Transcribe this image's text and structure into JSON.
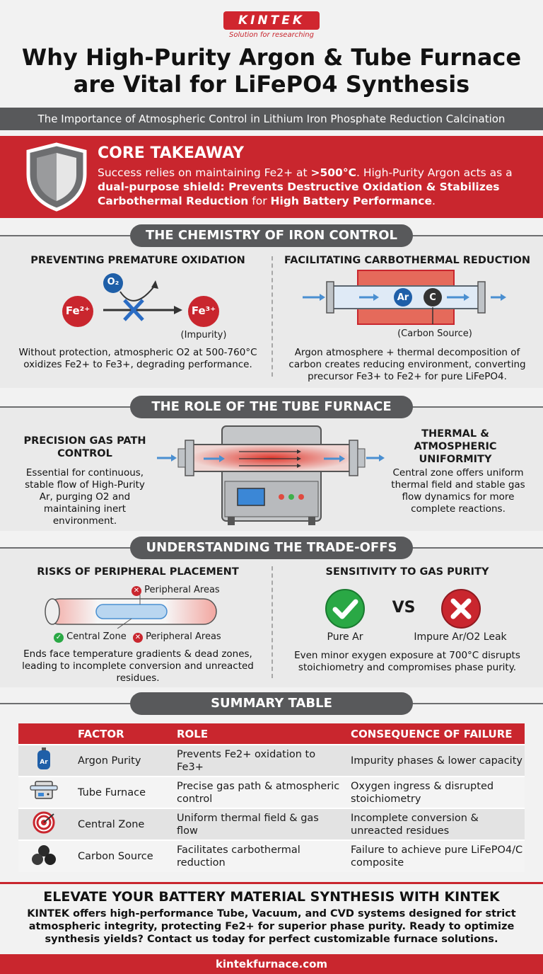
{
  "header": {
    "logo": "KINTEK",
    "tagline": "Solution for researching",
    "title_line1": "Why High-Purity Argon & Tube Furnace",
    "title_line2": "are Vital for LiFePO4 Synthesis",
    "subtitle": "The Importance of Atmospheric Control in Lithium Iron Phosphate Reduction Calcination"
  },
  "core": {
    "title": "CORE TAKEAWAY",
    "text_1": "Success relies on maintaining Fe2+ at ",
    "text_hl": ">500°C",
    "text_2": ". High-Purity Argon acts as a ",
    "text_b1": "dual-purpose shield: Prevents Destructive Oxidation & Stabilizes Carbothermal Reduction",
    "text_3": " for ",
    "text_b2": "High Battery Performance",
    "text_4": "."
  },
  "chemistry": {
    "section_title": "THE CHEMISTRY OF IRON CONTROL",
    "left_title": "PREVENTING PREMATURE OXIDATION",
    "o2_label": "O₂",
    "fe2_label": "Fe²⁺",
    "fe3_label": "Fe³⁺",
    "impurity_label": "(Impurity)",
    "left_text": "Without protection, atmospheric O2 at 500-760°C oxidizes Fe2+ to Fe3+, degrading performance.",
    "right_title": "FACILITATING CARBOTHERMAL REDUCTION",
    "ar_label": "Ar",
    "c_label": "C",
    "carbon_label": "(Carbon Source)",
    "right_text": "Argon atmosphere + thermal decomposition of carbon creates reducing environment, converting precursor Fe3+ to Fe2+ for pure LiFePO4."
  },
  "furnace": {
    "section_title": "THE ROLE OF THE TUBE FURNACE",
    "left_title": "PRECISION GAS PATH CONTROL",
    "left_text": "Essential for continuous, stable flow of High-Purity Ar, purging O2 and maintaining inert environment.",
    "right_title": "THERMAL & ATMOSPHERIC UNIFORMITY",
    "right_text": "Central zone offers uniform thermal field and stable gas flow dynamics for more complete reactions."
  },
  "tradeoffs": {
    "section_title": "UNDERSTANDING THE TRADE-OFFS",
    "left_title": "RISKS OF PERIPHERAL PLACEMENT",
    "peripheral_top": "Peripheral Areas",
    "central_zone": "Central Zone",
    "peripheral_bottom": "Peripheral Areas",
    "left_text": "Ends face temperature gradients & dead zones, leading to incomplete conversion and unreacted residues.",
    "right_title": "SENSITIVITY TO GAS PURITY",
    "vs": "VS",
    "pure_label": "Pure Ar",
    "impure_label": "Impure Ar/O2 Leak",
    "right_text": "Even minor exygen exposure at 700°C disrupts stoichiometry and compromises phase purity."
  },
  "summary": {
    "section_title": "SUMMARY TABLE",
    "headers": [
      "FACTOR",
      "ROLE",
      "CONSEQUENCE OF FAILURE"
    ],
    "rows": [
      {
        "icon": "argon-cylinder-icon",
        "icon_text": "Ar",
        "factor": "Argon Purity",
        "role": "Prevents Fe2+ oxidation to Fe3+",
        "consequence": "Impurity phases & lower capacity"
      },
      {
        "icon": "tube-furnace-icon",
        "factor": "Tube Furnace",
        "role": "Precise gas path & atmospheric control",
        "consequence": "Oxygen ingress & disrupted stoichiometry"
      },
      {
        "icon": "target-icon",
        "factor": "Central Zone",
        "role": "Uniform thermal field & gas flow",
        "consequence": "Incomplete conversion & unreacted residues"
      },
      {
        "icon": "carbon-lumps-icon",
        "factor": "Carbon Source",
        "role": "Facilitates carbothermal reduction",
        "consequence": "Failure to achieve pure LiFePO4/C composite"
      }
    ]
  },
  "cta": {
    "title": "ELEVATE YOUR BATTERY MATERIAL SYNTHESIS WITH KINTEK",
    "text": "KINTEK offers high-performance Tube, Vacuum, and CVD systems designed for strict atmospheric integrity, protecting Fe2+ for superior phase purity. Ready to optimize synthesis yields? Contact us today for perfect customizable furnace solutions.",
    "url": "kintekfurnace.com"
  },
  "colors": {
    "brand_red": "#c9262e",
    "dark_gray": "#58595b",
    "success_green": "#2aa845",
    "flow_blue": "#4a8fd1"
  }
}
